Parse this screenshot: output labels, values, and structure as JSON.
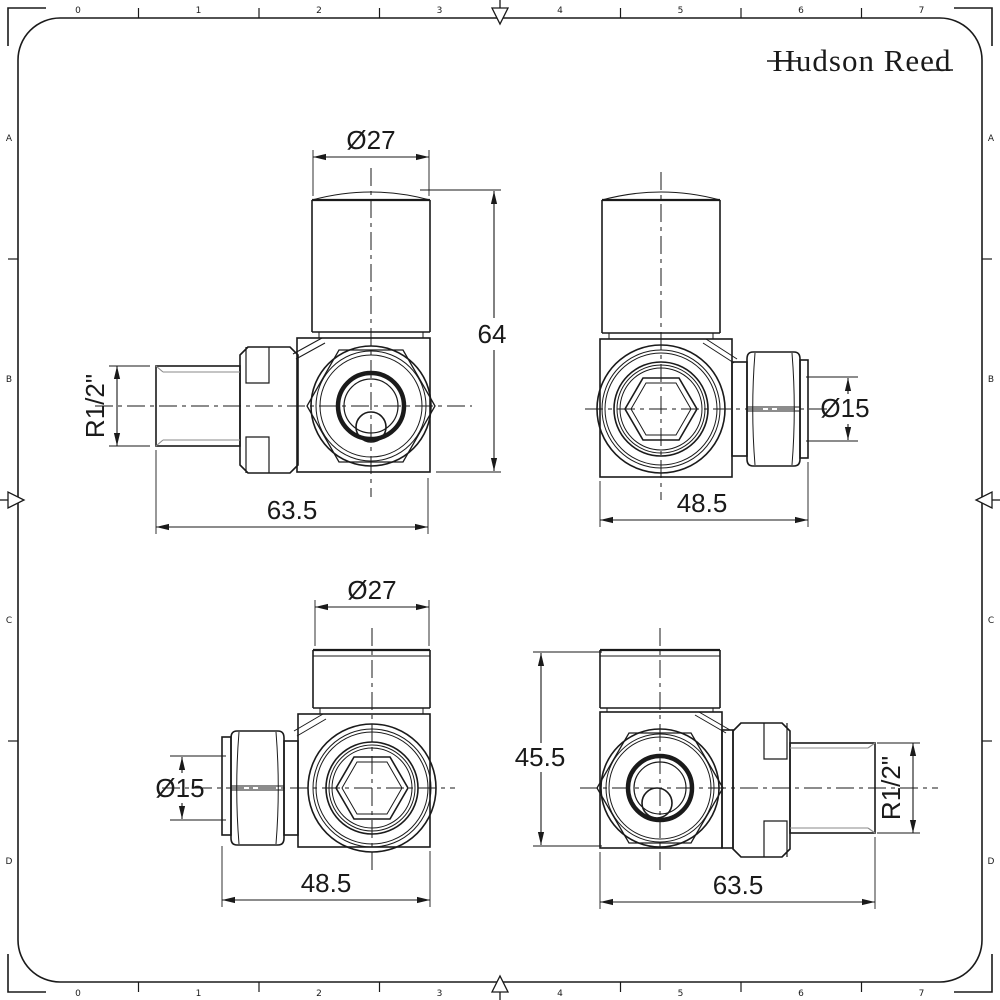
{
  "brand": {
    "name": "Hudson Reed"
  },
  "sheet": {
    "column_labels": [
      "0",
      "1",
      "2",
      "3",
      "4",
      "5",
      "6",
      "7"
    ],
    "row_labels": [
      "A",
      "B",
      "C",
      "D"
    ]
  },
  "valves": [
    {
      "position": "top-left",
      "dimensions": {
        "cap_diameter": "Ø27",
        "height": "64",
        "thread_size": "R1/2\"",
        "length": "63.5"
      }
    },
    {
      "position": "top-right",
      "dimensions": {
        "pipe_diameter": "Ø15",
        "length": "48.5"
      }
    },
    {
      "position": "bottom-left",
      "dimensions": {
        "cap_diameter": "Ø27",
        "pipe_diameter": "Ø15",
        "length": "48.5"
      }
    },
    {
      "position": "bottom-right",
      "dimensions": {
        "height": "45.5",
        "thread_size": "R1/2\"",
        "length": "63.5"
      }
    }
  ],
  "colors": {
    "line": "#1a1a1a",
    "thread_hatch": "#8a8a8a",
    "background": "#ffffff"
  }
}
